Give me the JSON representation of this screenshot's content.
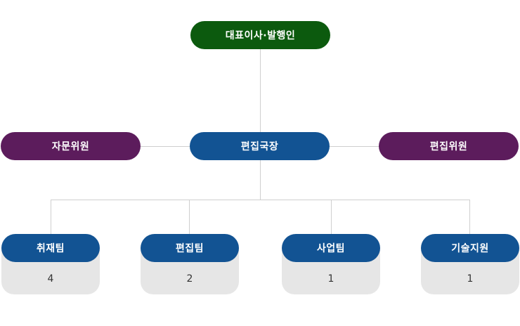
{
  "chart": {
    "root": "대표이사·발행인",
    "left": "자문위원",
    "center": "편집국장",
    "right": "편집위원",
    "teams": [
      {
        "label": "취재팀",
        "count": "4"
      },
      {
        "label": "편집팀",
        "count": "2"
      },
      {
        "label": "사업팀",
        "count": "1"
      },
      {
        "label": "기술지원",
        "count": "1"
      }
    ]
  },
  "colors": {
    "root": "#0c5a0e",
    "center": "#125393",
    "advisory": "#5c1c5c",
    "team": "#125393",
    "count_bg": "#e6e6e6",
    "connector": "#cfcfcf"
  }
}
